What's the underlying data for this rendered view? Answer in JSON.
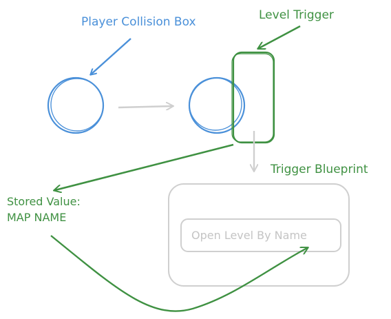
{
  "colors": {
    "blue": "#4a90d9",
    "green": "#3f9142",
    "gray": "#cfcfcf",
    "gray_text": "#c4c4c4"
  },
  "labels": {
    "player_collision_box": "Player Collision Box",
    "level_trigger": "Level Trigger",
    "trigger_blueprint": "Trigger Blueprint",
    "stored_value_line1": "Stored Value:",
    "stored_value_line2": "MAP NAME",
    "open_level_node": "Open Level By Name"
  }
}
